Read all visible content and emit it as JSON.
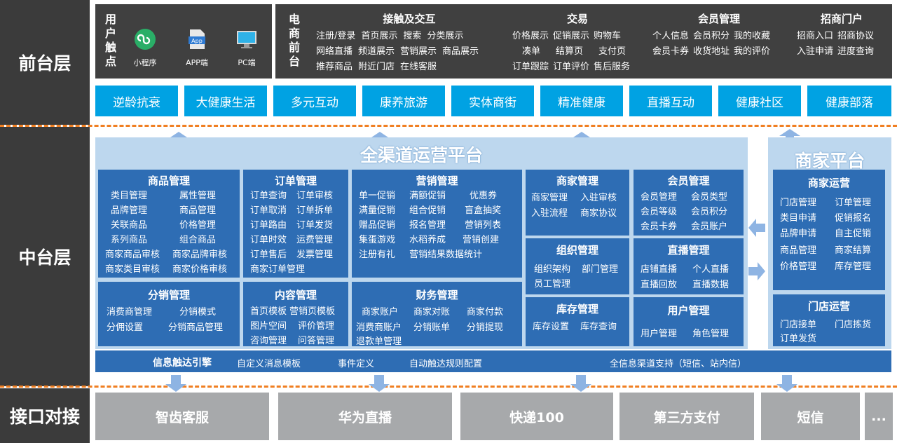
{
  "layers": {
    "front": "前台层",
    "middle": "中台层",
    "interface": "接口对接"
  },
  "touchpoints": {
    "title": "用户触点",
    "items": [
      {
        "label": "小程序",
        "icon": "mini-program-icon"
      },
      {
        "label": "APP端",
        "icon": "app-icon"
      },
      {
        "label": "PC端",
        "icon": "pc-monitor-icon"
      }
    ]
  },
  "ecommerce": {
    "title": "电商前台",
    "groups": [
      {
        "title": "接触及交互",
        "rows": [
          [
            "注册/登录",
            "首页展示",
            "搜索",
            "分类展示"
          ],
          [
            "网络直播",
            "频道展示",
            "营销展示",
            "商品展示"
          ],
          [
            "推荐商品",
            "附近门店",
            "在线客服"
          ]
        ]
      },
      {
        "title": "交易",
        "rows": [
          [
            "价格展示",
            "促销展示",
            "购物车"
          ],
          [
            "凑单",
            "结算页",
            "支付页"
          ],
          [
            "订单跟踪",
            "订单评价",
            "售后服务"
          ]
        ]
      },
      {
        "title": "会员管理",
        "rows": [
          [
            "个人信息",
            "会员积分",
            "我的收藏"
          ],
          [
            "会员卡券",
            "收货地址",
            "我的评价"
          ]
        ]
      },
      {
        "title": "招商门户",
        "rows": [
          [
            "招商入口",
            "招商协议"
          ],
          [
            "入驻申请",
            "进度查询"
          ]
        ]
      }
    ]
  },
  "scenes": [
    "逆龄抗衰",
    "大健康生活",
    "多元互动",
    "康养旅游",
    "实体商街",
    "精准健康",
    "直播互动",
    "健康社区",
    "健康部落"
  ],
  "omni_platform": {
    "title": "全渠道运营平台",
    "modules": {
      "goods": {
        "title": "商品管理",
        "items": [
          "类目管理",
          "属性管理",
          "品牌管理",
          "商品管理",
          "关联商品",
          "价格管理",
          "系列商品",
          "组合商品",
          "商家商品审核",
          "商家品牌审核",
          "商家类目审核",
          "商家价格审核"
        ]
      },
      "order": {
        "title": "订单管理",
        "items": [
          "订单查询",
          "订单审核",
          "订单取消",
          "订单拆单",
          "订单路由",
          "订单发货",
          "订单时效",
          "运费管理",
          "订单售后",
          "发票管理",
          "商家订单管理"
        ]
      },
      "marketing": {
        "title": "营销管理",
        "items": [
          "单一促销",
          "满额促销",
          "优惠券",
          "满量促销",
          "组合促销",
          "盲盒抽奖",
          "赠品促销",
          "报名管理",
          "营销列表",
          "集蛋游戏",
          "水稻养成",
          "营销创建",
          "注册有礼",
          "营销结果数据统计"
        ]
      },
      "merchant": {
        "title": "商家管理",
        "items": [
          "商家管理",
          "入驻审核",
          "入驻流程",
          "商家协议"
        ]
      },
      "member": {
        "title": "会员管理",
        "items": [
          "会员管理",
          "会员类型",
          "会员等级",
          "会员积分",
          "会员卡券",
          "会员账户"
        ]
      },
      "org": {
        "title": "组织管理",
        "items": [
          "组织架构",
          "部门管理",
          "员工管理"
        ]
      },
      "live": {
        "title": "直播管理",
        "items": [
          "店铺直播",
          "个人直播",
          "直播回放",
          "直播数据"
        ]
      },
      "distribution": {
        "title": "分销管理",
        "items": [
          "消费商管理",
          "分销模式",
          "分佣设置",
          "分销商品管理"
        ]
      },
      "content": {
        "title": "内容管理",
        "items": [
          "首页模板",
          "营销页模板",
          "图片空间",
          "评价管理",
          "咨询管理",
          "问答管理"
        ]
      },
      "finance": {
        "title": "财务管理",
        "items": [
          "商家账户",
          "商家对账",
          "商家付款",
          "消费商账户",
          "分销账单",
          "分销提现",
          "退款单管理"
        ]
      },
      "stock": {
        "title": "库存管理",
        "items": [
          "库存设置",
          "库存查询"
        ]
      },
      "user": {
        "title": "用户管理",
        "items": [
          "用户管理",
          "角色管理"
        ]
      }
    }
  },
  "merchant_platform": {
    "title": "商家平台",
    "ops": {
      "title": "商家运营",
      "items": [
        "门店管理",
        "订单管理",
        "类目申请",
        "促销报名",
        "品牌申请",
        "自主促销",
        "商品管理",
        "商家结算",
        "价格管理",
        "库存管理"
      ]
    },
    "store": {
      "title": "门店运营",
      "items": [
        "门店接单",
        "门店拣货",
        "订单发货"
      ]
    }
  },
  "info_engine": {
    "title": "信息触达引擎",
    "items": [
      "自定义消息模板",
      "事件定义",
      "自动触达规则配置",
      "全信息渠道支持（短信、站内信）"
    ]
  },
  "interfaces": [
    "智齿客服",
    "华为直播",
    "快递100",
    "第三方支付",
    "短信",
    "..."
  ],
  "colors": {
    "layer_label_bg": "#3b3b3b",
    "cyan": "#00a2e3",
    "module_blue": "#2e6db4",
    "platform_bg": "#bdd7ee",
    "gray": "#a7a9ab",
    "dash_orange": "#f07f22"
  }
}
